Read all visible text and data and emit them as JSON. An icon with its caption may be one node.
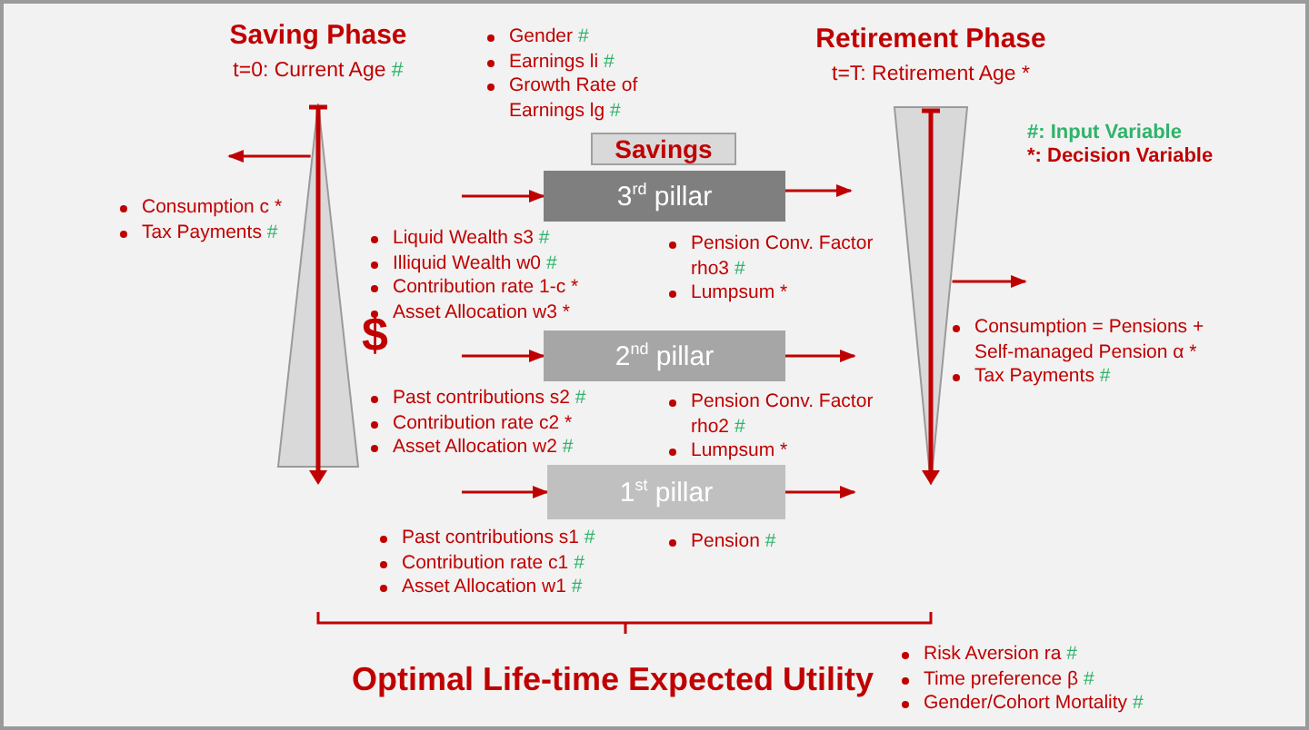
{
  "diagram": {
    "nodes": [
      {
        "text": [
          "Saving Phase",
          "t=0: Current Age #"
        ],
        "beside": [
          "$"
        ]
      },
      {
        "text": [
          "Savings"
        ]
      },
      {
        "text": [
          "3$^{rd}$ pillar"
        ]
      },
      {
        "text": [
          "2$^{nd}$ pillar"
        ]
      },
      {
        "text": [
          "1$^{st}$ pillar"
        ]
      },
      {
        "text": [
          "Retirement Phase",
          "t=T: Retirement Age *"
        ]
      }
    ],
    "edges": [
      {
        "from": 0,
        "to": null,
        "arrow": "to"
      },
      {
        "from": null,
        "to": 2,
        "arrow": "to"
      },
      {
        "from": null,
        "to": 3,
        "arrow": "to"
      },
      {
        "from": null,
        "to": 4,
        "arrow": "to"
      },
      {
        "from": 2,
        "to": null,
        "arrow": "to"
      },
      {
        "from": 3,
        "to": null,
        "arrow": "to"
      },
      {
        "from": 4,
        "to": null,
        "arrow": "to"
      },
      {
        "from": 5,
        "to": null,
        "arrow": "to"
      }
    ],
    "labels": [
      "Gender #",
      "Earnings li #",
      "Growth Rate of Earnings lg #",
      "#: Input Variable",
      "*: Decision Variable",
      "Consumption c *",
      "Tax Payments #",
      "Liquid Wealth s3 #",
      "Illiquid Wealth w0 #",
      "Contribution rate 1-c *",
      "Asset Allocation w3 *",
      "Pension Conv. Factor rho3 #",
      "Lumpsum *",
      "Consumption = Pensions + Self-managed Pension α *",
      "Tax Payments #",
      "Past contributions s2 #",
      "Contribution rate c2 *",
      "Asset Allocation w2 #",
      "Pension Conv. Factor rho2 #",
      "Lumpsum *",
      "Past contributions s1 #",
      "Contribution rate c1 #",
      "Asset Allocation w1 #",
      "Pension #",
      "Optimal Life-time Expected Utility",
      "Risk Aversion ra #",
      "Time preference β #",
      "Gender/Cohort Mortality #"
    ]
  }
}
